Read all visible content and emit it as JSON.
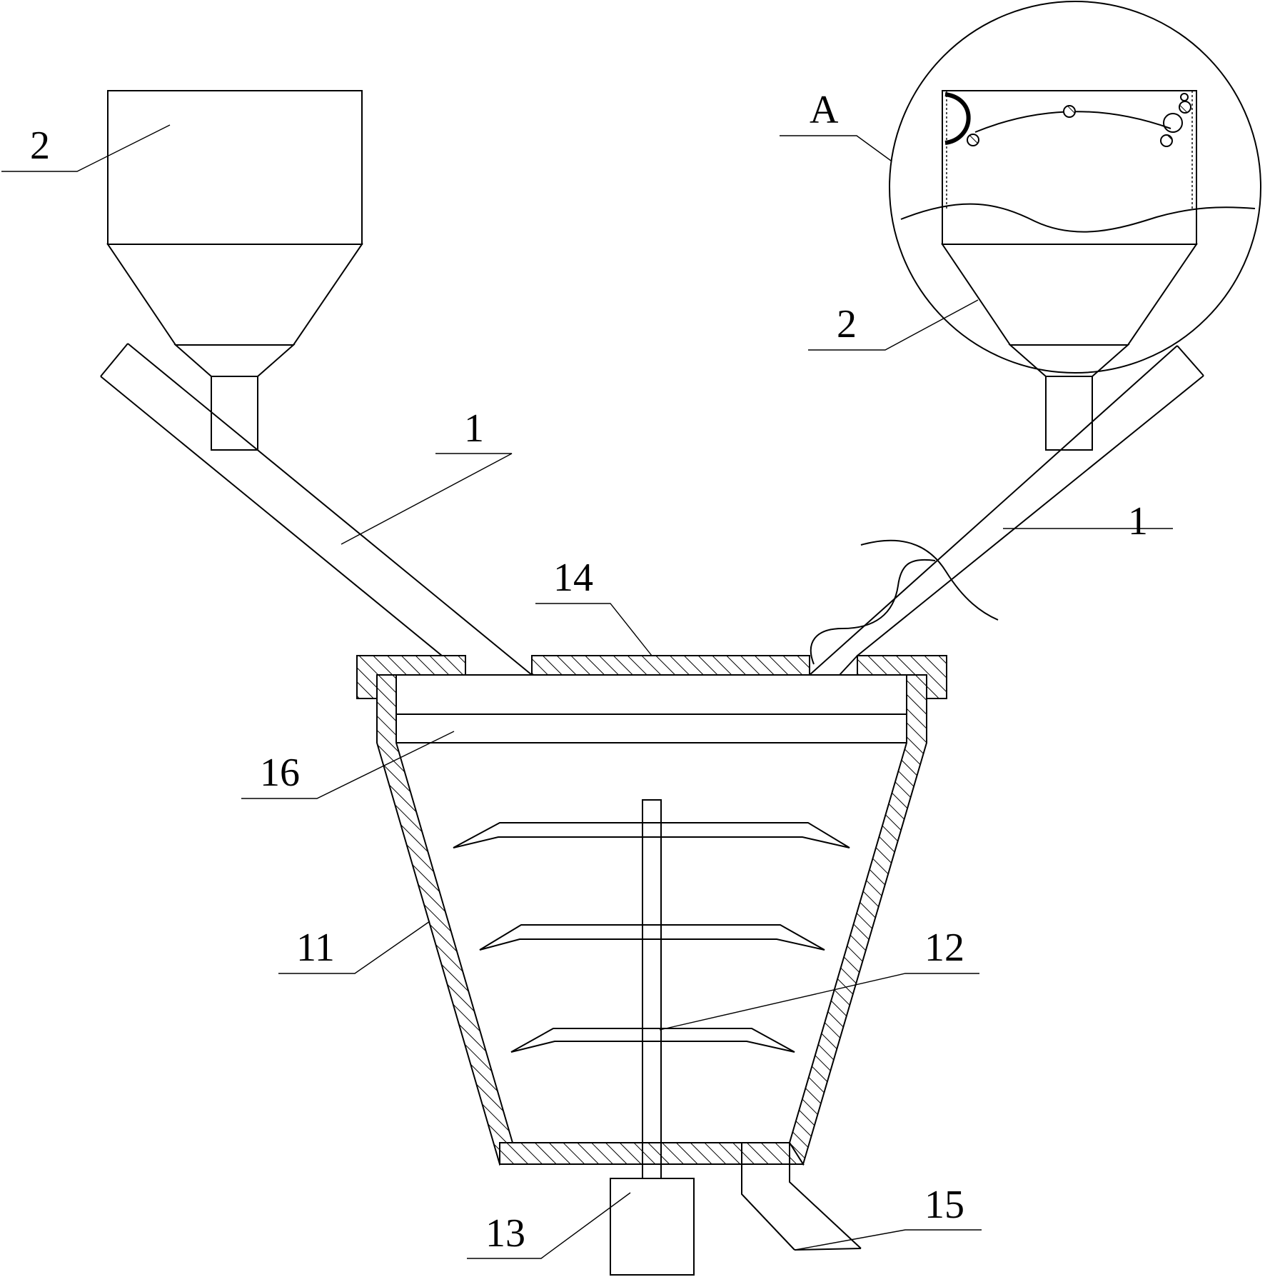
{
  "labels": {
    "hopper_left": "2",
    "hopper_right": "2",
    "pipe_left": "1",
    "pipe_right": "1",
    "detail": "A",
    "lid": "14",
    "filter_plate": "16",
    "tank": "11",
    "blades": "12",
    "motor": "13",
    "outlet": "15"
  }
}
